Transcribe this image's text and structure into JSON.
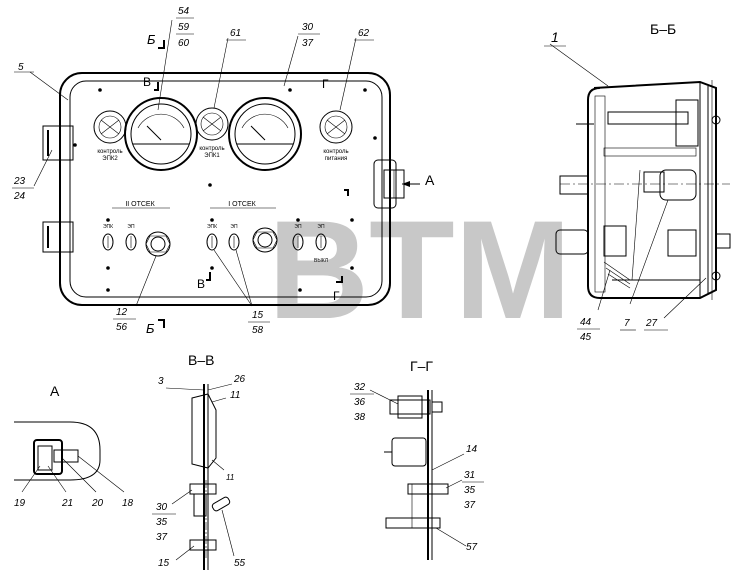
{
  "watermark": {
    "text": "BTM",
    "registered": "®"
  },
  "sections": {
    "bb": "Б–Б",
    "vv": "В–В",
    "gg": "Г–Г",
    "view_a": "А",
    "cut_b": "Б",
    "cut_v": "В",
    "cut_g": "Г",
    "arrow_a": "А"
  },
  "panel_text": {
    "ctrl_epk2": "контроль",
    "ctrl_epk2_sub": "ЭПК2",
    "ctrl_epk1": "контроль",
    "ctrl_epk1_sub": "ЭПК1",
    "ctrl_power": "контроль",
    "ctrl_power_sub": "питания",
    "compartment_2": "II ОТСЕК",
    "compartment_1": "I ОТСЕК",
    "sw1": "ЭПК",
    "sw2": "ЭП",
    "sw3": "ЭПК",
    "sw4": "ЭП",
    "sw5": "ЭП",
    "sw6": "ЭП",
    "off": "ВЫКЛ"
  },
  "callouts": {
    "c54": "54",
    "c59": "59",
    "c60": "60",
    "c61": "61",
    "c30": "30",
    "c37": "37",
    "c62": "62",
    "c5": "5",
    "c23": "23",
    "c24": "24",
    "c12": "12",
    "c56": "56",
    "c15": "15",
    "c58": "58",
    "c1": "1",
    "c44": "44",
    "c45": "45",
    "c7": "7",
    "c27": "27",
    "c3": "3",
    "c26": "26",
    "c11a": "11",
    "c11b": "11",
    "c30b": "30",
    "c35": "35",
    "c37b": "37",
    "c15b": "15",
    "c55": "55",
    "c32": "32",
    "c36": "36",
    "c38": "38",
    "c14": "14",
    "c31": "31",
    "c35b": "35",
    "c37c": "37",
    "c57": "57",
    "c19": "19",
    "c21": "21",
    "c20": "20",
    "c18": "18"
  }
}
